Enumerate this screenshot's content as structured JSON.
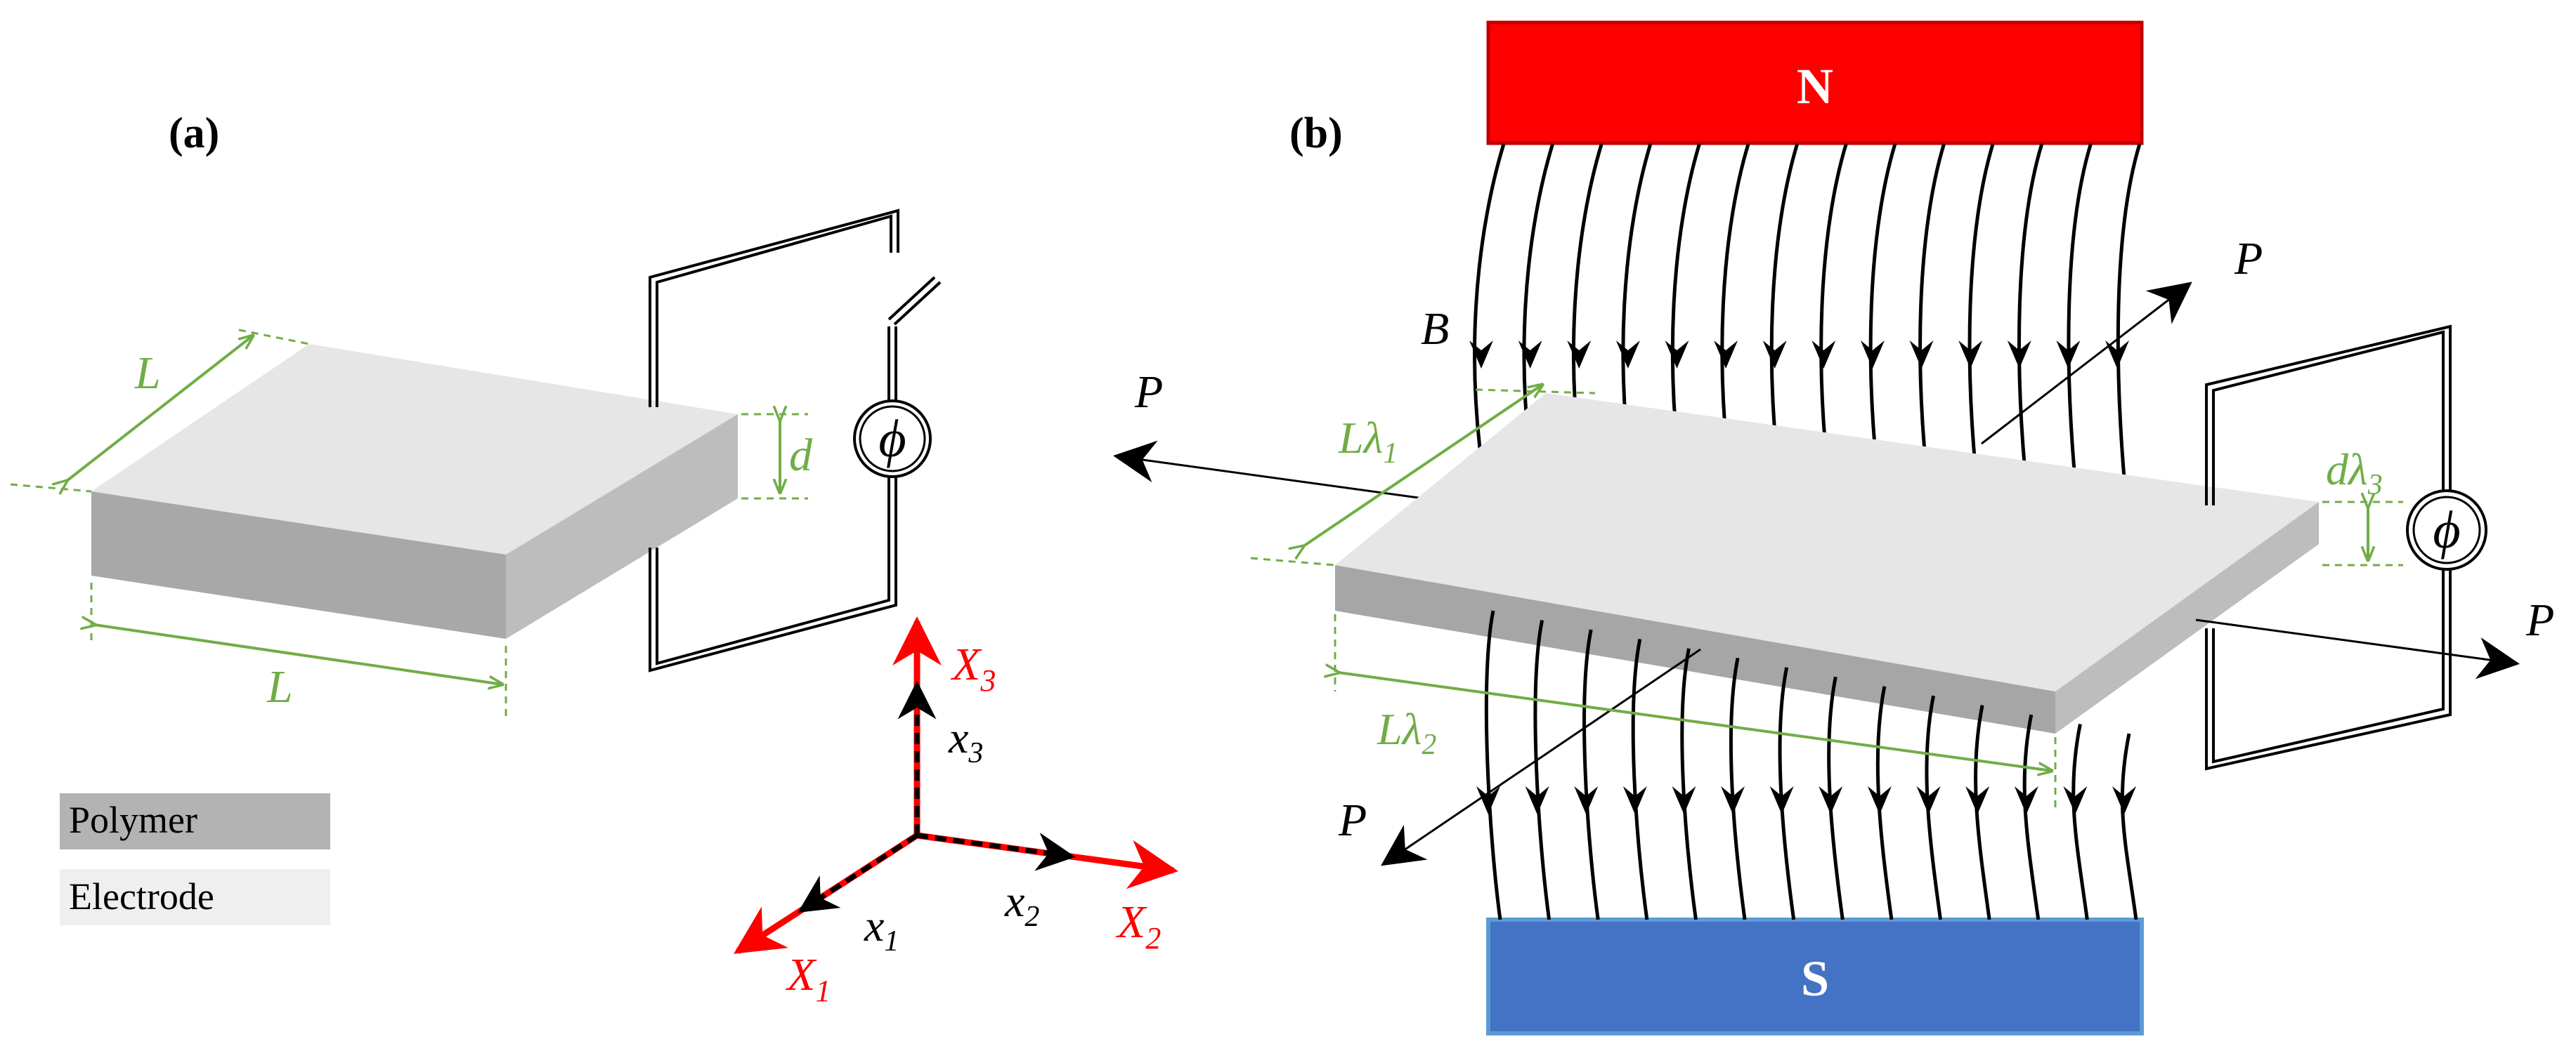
{
  "panels": {
    "a": {
      "label": "(a)"
    },
    "b": {
      "label": "(b)"
    }
  },
  "legend": [
    {
      "label": "Polymer",
      "color": "#b3b3b3"
    },
    {
      "label": "Electrode",
      "color": "#efefef"
    }
  ],
  "panel_a": {
    "dim_L_top": "L",
    "dim_L_bottom": "L",
    "dim_d": "d",
    "meter": "ϕ"
  },
  "axes": {
    "X1": "X",
    "X1_sub": "1",
    "X2": "X",
    "X2_sub": "2",
    "X3": "X",
    "X3_sub": "3",
    "x1": "x",
    "x1_sub": "1",
    "x2": "x",
    "x2_sub": "2",
    "x3": "x",
    "x3_sub": "3"
  },
  "panel_b": {
    "magnet_top": "N",
    "magnet_bottom": "S",
    "field": "B",
    "dim_L1": "Lλ",
    "dim_L1_sub": "1",
    "dim_L2": "Lλ",
    "dim_L2_sub": "2",
    "dim_d3": "dλ",
    "dim_d3_sub": "3",
    "force_P": "P",
    "meter": "ϕ"
  },
  "colors": {
    "dimension_green": "#70ad47",
    "axis_red": "#ff0000",
    "magnet_N": "#ff0000",
    "magnet_N_border": "#c00000",
    "magnet_S": "#4472c4",
    "magnet_S_border": "#5b9bd5",
    "electrode": "#e6e6e6",
    "polymer_side": "#a6a6a6"
  }
}
